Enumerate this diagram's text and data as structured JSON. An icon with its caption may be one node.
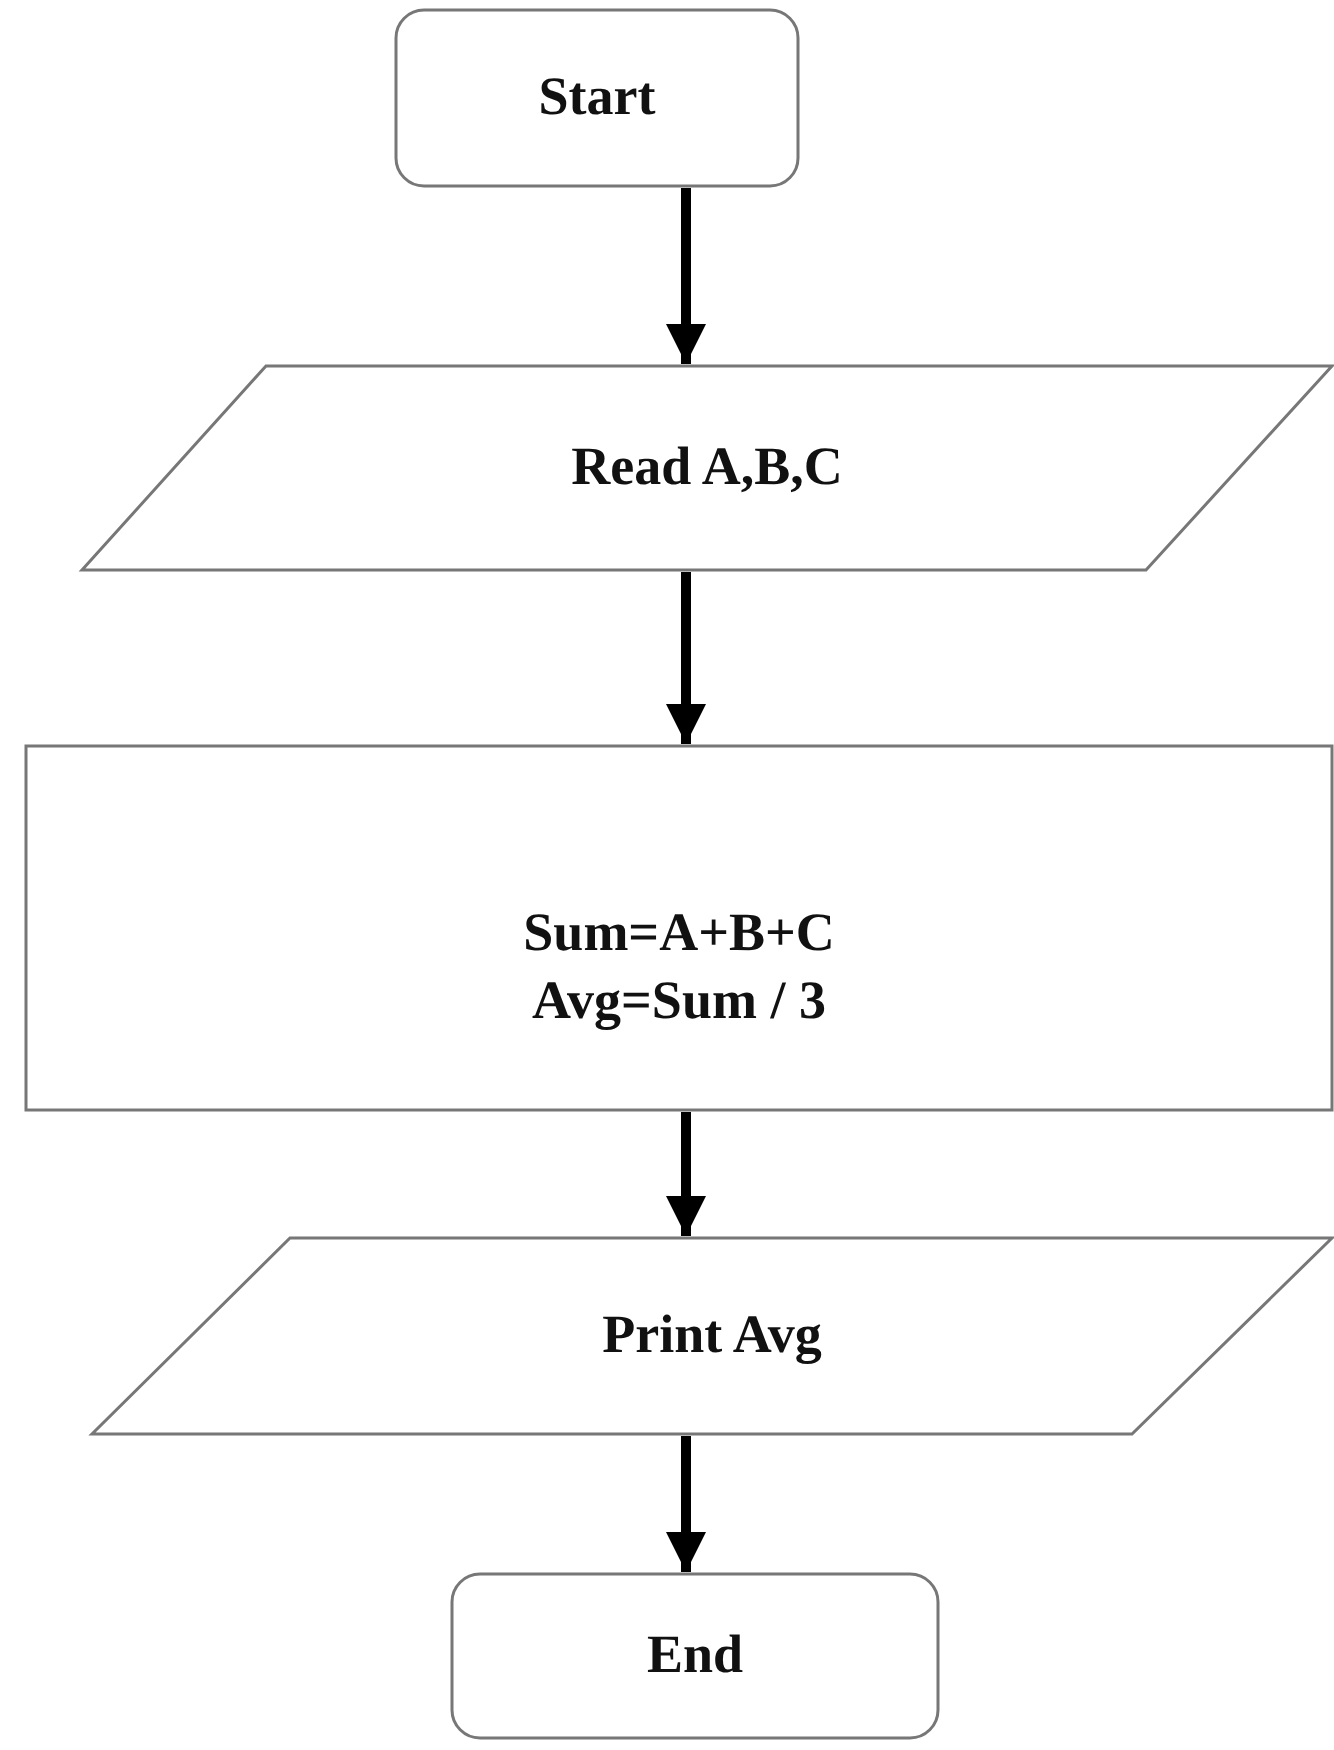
{
  "diagram": {
    "nodes": [
      {
        "text": [
          "Start"
        ]
      },
      {
        "text": [
          "Read A,B,C"
        ]
      },
      {
        "text": [
          "Sum=A+B+C Avg=Sum / 3"
        ]
      },
      {
        "text": [
          "Print Avg"
        ]
      },
      {
        "text": [
          "End"
        ]
      }
    ],
    "edges": [
      {
        "from": 0,
        "to": 1,
        "arrow": "to"
      },
      {
        "from": 1,
        "to": 2,
        "arrow": "to"
      },
      {
        "from": 2,
        "to": 3,
        "arrow": "to"
      },
      {
        "from": 3,
        "to": 4,
        "arrow": "to"
      }
    ]
  }
}
